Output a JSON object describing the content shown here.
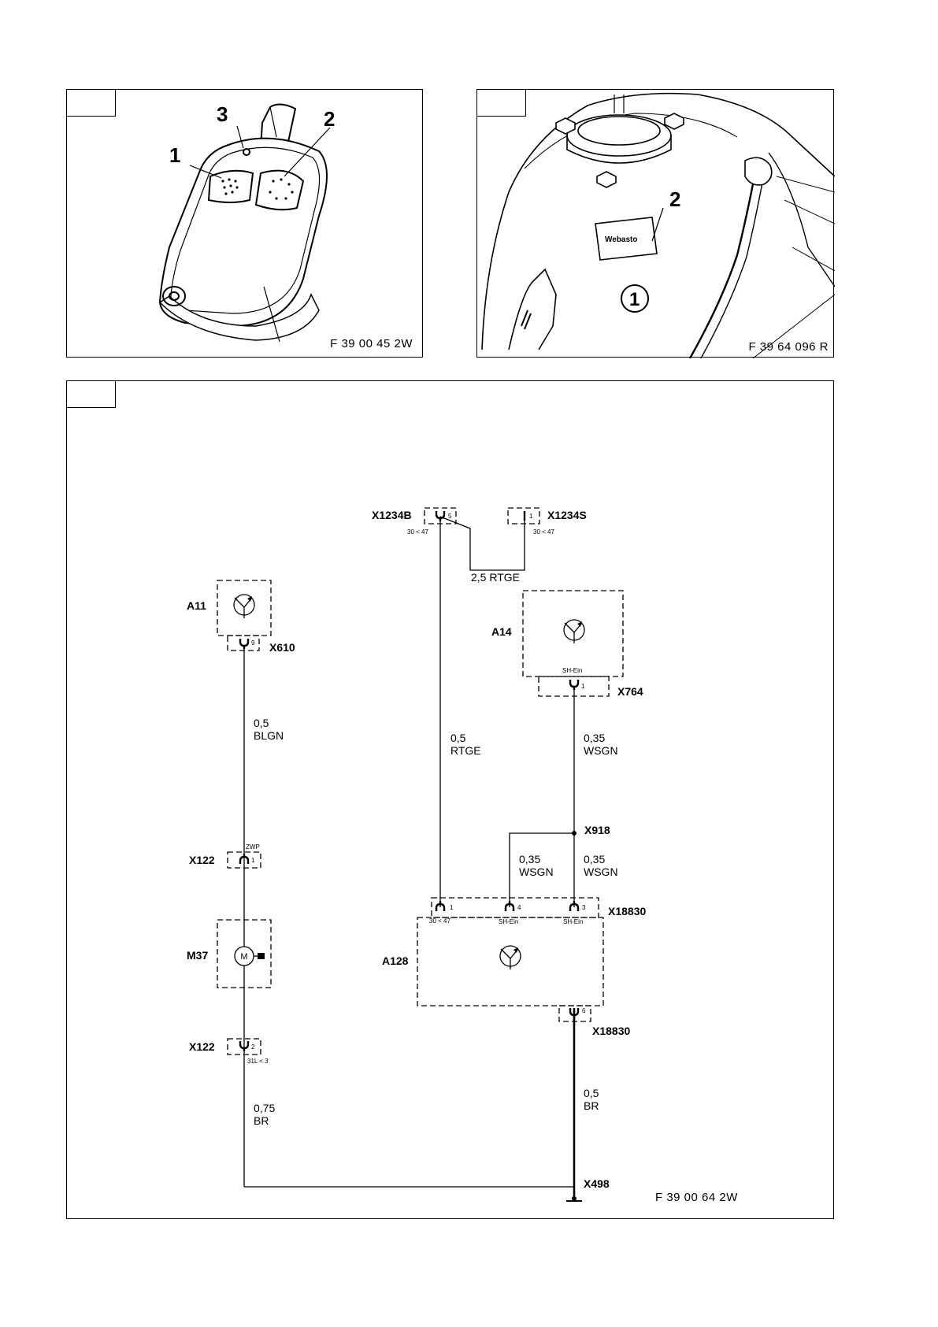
{
  "panels": {
    "top_left": {
      "figure_code": "F 39 00 45 2W",
      "callouts": [
        "1",
        "2",
        "3"
      ]
    },
    "top_right": {
      "figure_code": "F 39 64 096 R",
      "callouts": [
        "2",
        "1"
      ],
      "brand_label": "Webasto"
    },
    "bottom": {
      "figure_code": "F 39 00 64 2W"
    }
  },
  "schematic": {
    "components": {
      "a11": "A11",
      "a14": "A14",
      "a128": "A128",
      "m37": "M37",
      "motor_symbol": "M"
    },
    "connectors": {
      "x1234b": "X1234B",
      "x1234s": "X1234S",
      "x610": "X610",
      "x764": "X764",
      "x918": "X918",
      "x122_top": "X122",
      "x122_bottom": "X122",
      "x18830_top": "X18830",
      "x18830_bottom": "X18830",
      "x498": "X498"
    },
    "pin_numbers": {
      "x1234b": "5",
      "x1234s": "1",
      "x610": "9",
      "x764": "1",
      "x122_top": "1",
      "x122_bottom": "2",
      "a128_pin1": "1",
      "a128_pin4": "4",
      "a128_pin3": "3",
      "a128_pin6": "6"
    },
    "pin_tags": {
      "x1234b": "30 < 47",
      "x1234s": "30 < 47",
      "a14": "SH-Ein",
      "x122_top": "ZWP",
      "x122_bottom": "31L < 3",
      "a128_pin1": "30 < 47",
      "a128_pin4": "SH-Ein",
      "a128_pin3": "SH-Ein"
    },
    "wires": {
      "bridge": "2,5 RTGE",
      "a11_size": "0,5",
      "a11_color": "BLGN",
      "rtge_size": "0,5",
      "rtge_color": "RTGE",
      "a14_size": "0,35",
      "a14_color": "WSGN",
      "branch_left_size": "0,35",
      "branch_left_color": "WSGN",
      "branch_right_size": "0,35",
      "branch_right_color": "WSGN",
      "ground_left_size": "0,75",
      "ground_left_color": "BR",
      "ground_right_size": "0,5",
      "ground_right_color": "BR"
    }
  }
}
